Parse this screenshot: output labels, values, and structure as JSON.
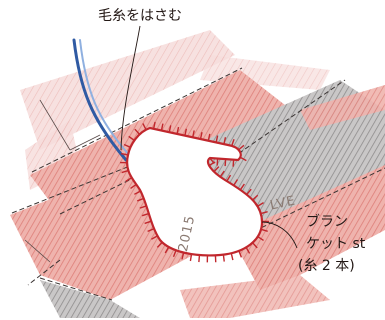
{
  "labels": {
    "hold_yarn": "毛糸をはさむ",
    "stitch_line1": "ブラン",
    "stitch_line2": "ケット st",
    "stitch_line3": "(糸 2 本)"
  },
  "knitted_letters": {
    "word": "LVE",
    "year": "2015"
  },
  "colors": {
    "red_stripe": "#e89a96",
    "dark_red_stripe": "#c97771",
    "gray_stripe": "#a6a4a4",
    "patch_outline": "#c1272d",
    "yarn_blue": "#3b6fb3",
    "leader_line": "#231815"
  },
  "icons": [
    "yarn-strand-icon",
    "mitten-patch-icon"
  ]
}
